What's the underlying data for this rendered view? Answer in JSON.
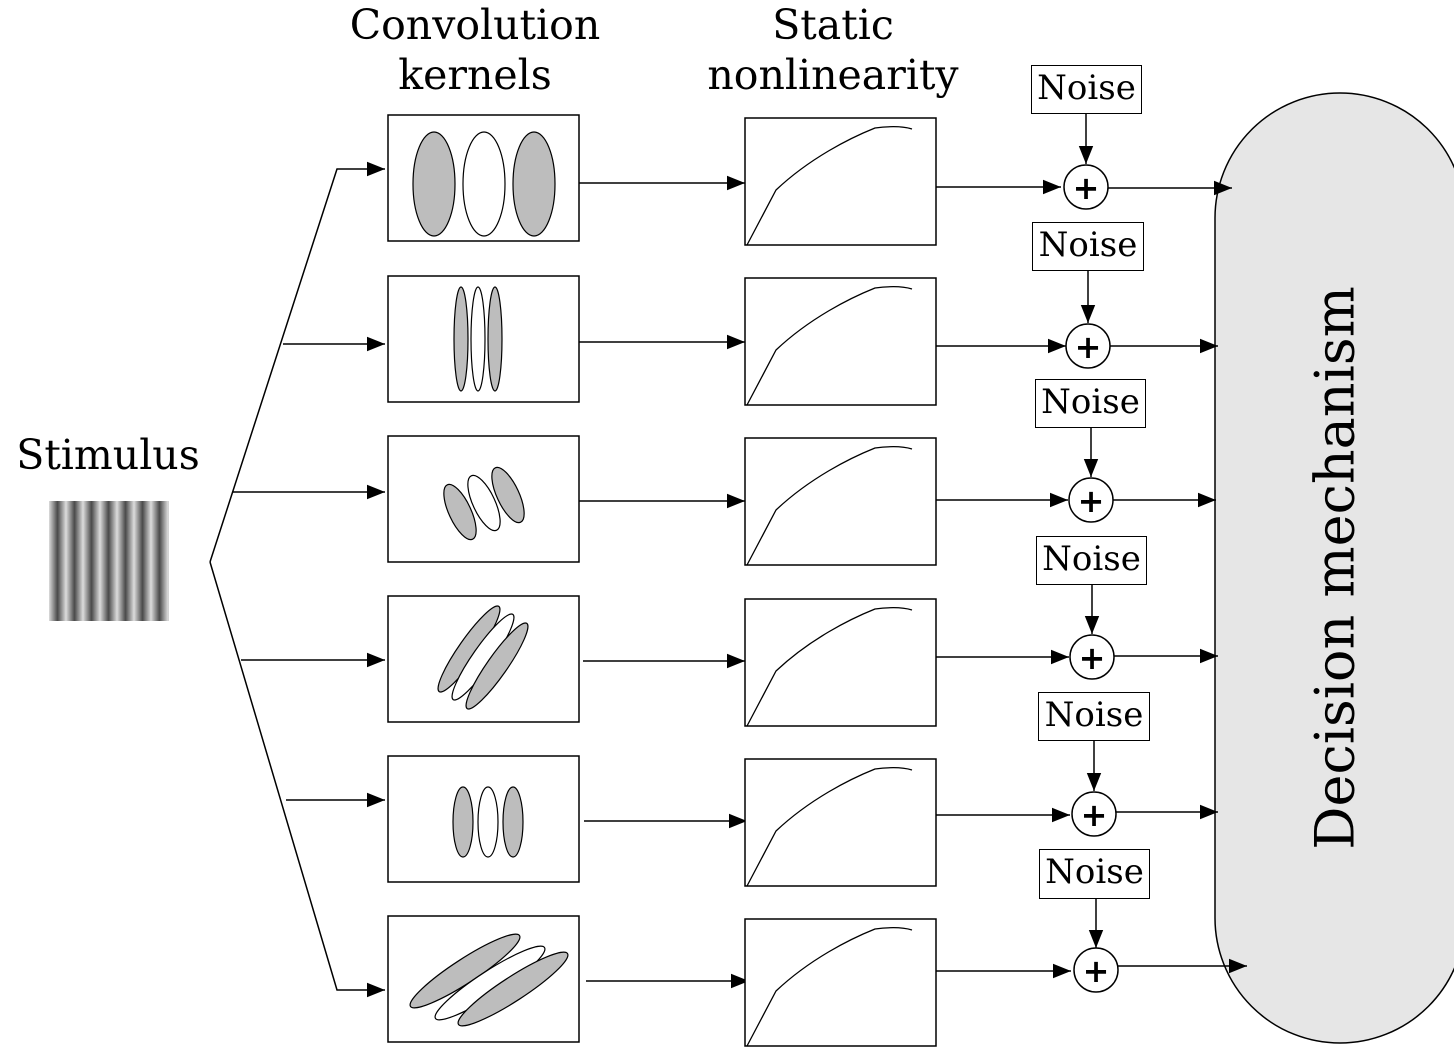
{
  "labels": {
    "kernels_heading_line1": "Convolution",
    "kernels_heading_line2": "kernels",
    "nonlinearity_heading_line1": "Static",
    "nonlinearity_heading_line2": "nonlinearity",
    "stimulus": "Stimulus",
    "noise": "Noise",
    "decision": "Decision mechanism",
    "sum_symbol": "+"
  },
  "colors": {
    "kernel_lobe_fill": "#bdbdbd",
    "decision_fill": "#e6e6e6",
    "stroke": "#000000"
  },
  "channels": [
    {
      "kernel": "vertical-wide"
    },
    {
      "kernel": "vertical-narrow"
    },
    {
      "kernel": "oblique-small"
    },
    {
      "kernel": "oblique-elongated"
    },
    {
      "kernel": "vertical-medium"
    },
    {
      "kernel": "oblique-long"
    }
  ]
}
